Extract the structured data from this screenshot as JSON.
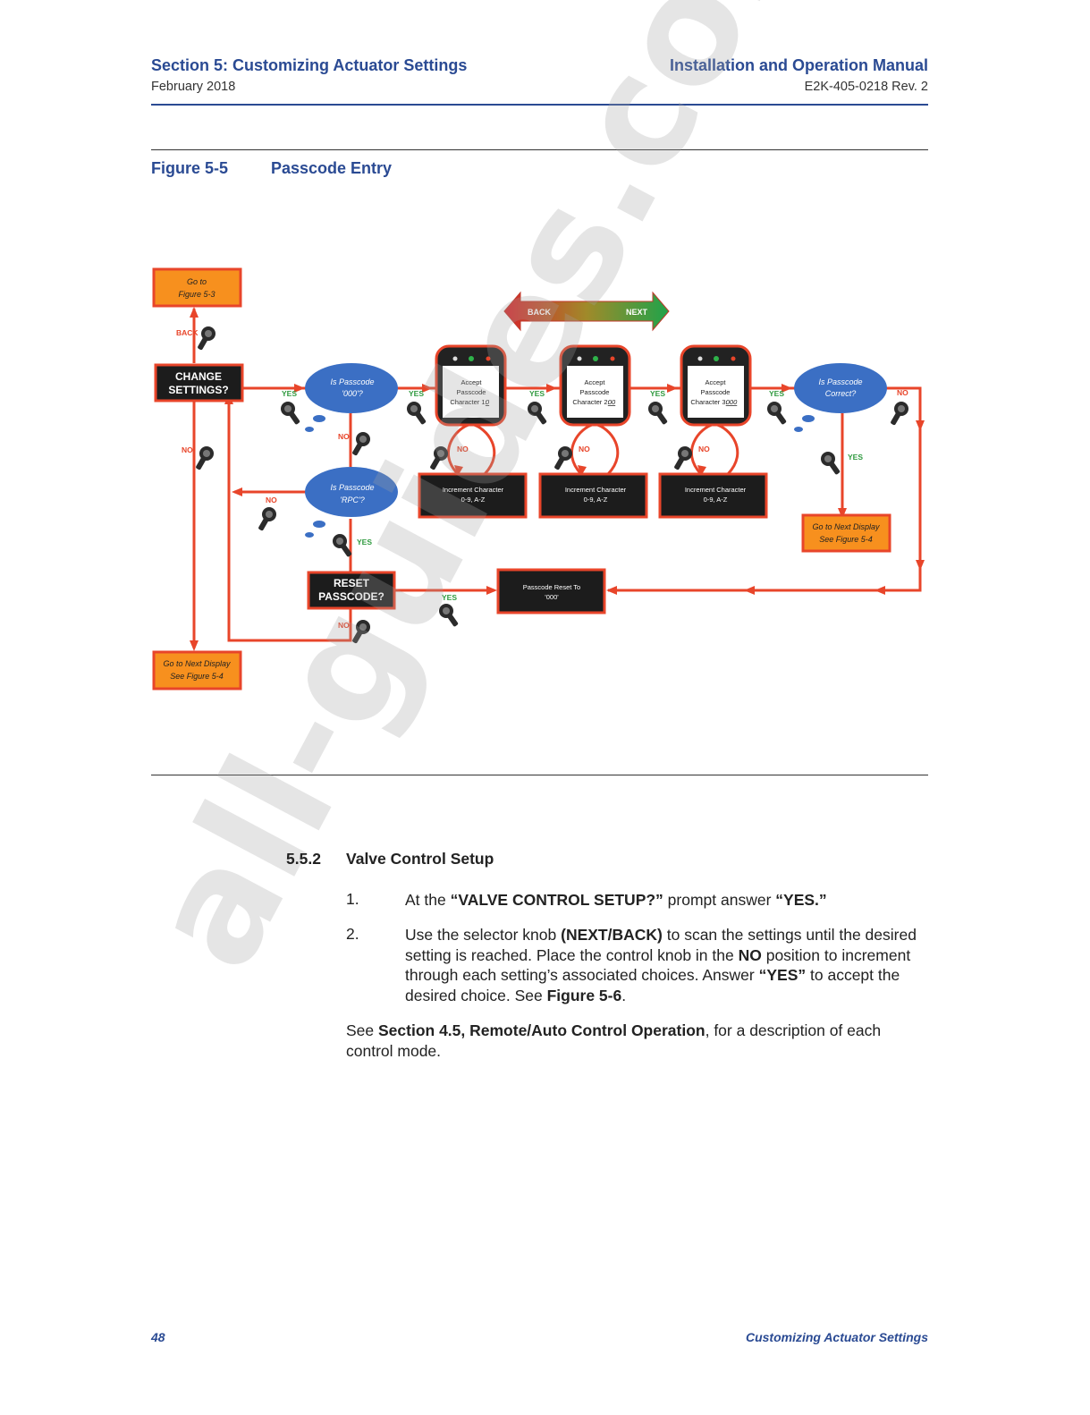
{
  "header": {
    "section_title": "Section 5: Customizing Actuator Settings",
    "date": "February 2018",
    "manual_title": "Installation and Operation Manual",
    "doc_number": "E2K-405-0218 Rev. 2"
  },
  "figure": {
    "number": "Figure 5-5",
    "title": "Passcode Entry"
  },
  "diagram": {
    "goto_fig53": [
      "Go to",
      "Figure 5-3"
    ],
    "goto_next_display_right": [
      "Go to Next Display",
      "See Figure 5-4"
    ],
    "goto_next_display_left": [
      "Go to Next Display",
      "See Figure 5-4"
    ],
    "change_settings": [
      "CHANGE",
      "SETTINGS?"
    ],
    "reset_passcode": [
      "RESET",
      "PASSCODE?"
    ],
    "is_passcode_000": [
      "Is Passcode",
      "'000'?"
    ],
    "is_passcode_rpc": [
      "Is Passcode",
      "'RPC'?"
    ],
    "is_passcode_correct": [
      "Is Passcode",
      "Correct?"
    ],
    "back_label": "BACK",
    "next_label": "NEXT",
    "screen1": [
      "Accept",
      "Passcode",
      "Character 1:",
      "0"
    ],
    "screen2": [
      "Accept",
      "Passcode",
      "Character 2:",
      "00"
    ],
    "screen3": [
      "Accept",
      "Passcode",
      "Character 3:",
      "000"
    ],
    "increment": [
      "Increment Character",
      "0-9, A-Z"
    ],
    "passcode_reset": [
      "Passcode Reset To",
      "'000'"
    ],
    "yes": "YES",
    "no": "NO",
    "back_small": "BACK"
  },
  "section": {
    "number": "5.5.2",
    "title": "Valve Control Setup"
  },
  "steps": [
    {
      "num": "1.",
      "parts": [
        "At the ",
        "“VALVE CONTROL SETUP?”",
        " prompt answer ",
        "“YES.”"
      ]
    },
    {
      "num": "2.",
      "parts": [
        "Use the selector knob ",
        "(NEXT/BACK)",
        " to scan the settings until the desired setting is reached. Place the control knob in the ",
        "NO",
        " position to increment through each setting’s associated choices. Answer ",
        "“YES”",
        " to accept the desired choice. See ",
        "Figure 5-6",
        "."
      ]
    }
  ],
  "note": {
    "parts": [
      "See ",
      "Section 4.5, Remote/Auto Control Operation",
      ", for a description of each control mode."
    ]
  },
  "footer": {
    "page_number": "48",
    "section": "Customizing Actuator Settings"
  },
  "watermark": "all-guides.com",
  "colors": {
    "heading_blue": "#2a4a93",
    "flow_red": "#e8452a",
    "goto_orange": "#f7901e",
    "bubble_blue": "#3b6fc4",
    "yes_green": "#2f9a3f"
  }
}
